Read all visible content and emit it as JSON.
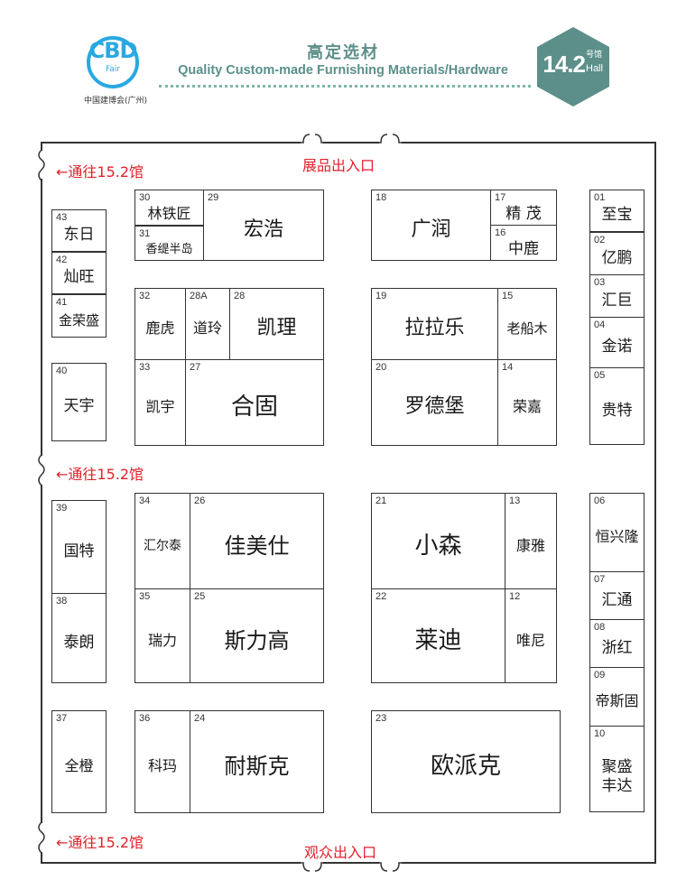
{
  "header": {
    "logo_text": "CBD",
    "logo_sub": "Fair",
    "logo_caption": "中国建博会(广州)",
    "title_cn": "高定选材",
    "title_en": "Quality Custom-made Furnishing Materials/Hardware",
    "hall_number": "14.2",
    "hall_cn": "号馆",
    "hall_en": "Hall"
  },
  "labels": {
    "exhibit_entrance": "展品出入口",
    "visitor_entrance": "观众出入口",
    "to_hall_top": "←通往15.2馆",
    "to_hall_mid": "←通往15.2馆",
    "to_hall_bottom": "←通往15.2馆"
  },
  "colors": {
    "accent": "#5c8f8a",
    "logo": "#29a9e1",
    "alert": "#e0212b"
  },
  "booths": [
    {
      "num": "30",
      "name": "林铁匠"
    },
    {
      "num": "31",
      "name": "香缇半岛"
    },
    {
      "num": "29",
      "name": "宏浩"
    },
    {
      "num": "18",
      "name": "广润"
    },
    {
      "num": "17",
      "name": "精 茂"
    },
    {
      "num": "16",
      "name": "中鹿"
    },
    {
      "num": "01",
      "name": "至宝"
    },
    {
      "num": "02",
      "name": "亿鹏"
    },
    {
      "num": "03",
      "name": "汇巨"
    },
    {
      "num": "04",
      "name": "金诺"
    },
    {
      "num": "05",
      "name": "贵特"
    },
    {
      "num": "43",
      "name": "东日"
    },
    {
      "num": "42",
      "name": "灿旺"
    },
    {
      "num": "41",
      "name": "金荣盛"
    },
    {
      "num": "40",
      "name": "天宇"
    },
    {
      "num": "32",
      "name": "鹿虎"
    },
    {
      "num": "28A",
      "name": "道玲"
    },
    {
      "num": "28",
      "name": "凯理"
    },
    {
      "num": "33",
      "name": "凯宇"
    },
    {
      "num": "27",
      "name": "合固"
    },
    {
      "num": "19",
      "name": "拉拉乐"
    },
    {
      "num": "15",
      "name": "老船木"
    },
    {
      "num": "20",
      "name": "罗德堡"
    },
    {
      "num": "14",
      "name": "荣嘉"
    },
    {
      "num": "39",
      "name": "国特"
    },
    {
      "num": "38",
      "name": "泰朗"
    },
    {
      "num": "34",
      "name": "汇尔泰"
    },
    {
      "num": "26",
      "name": "佳美仕"
    },
    {
      "num": "35",
      "name": "瑞力"
    },
    {
      "num": "25",
      "name": "斯力高"
    },
    {
      "num": "21",
      "name": "小森"
    },
    {
      "num": "13",
      "name": "康雅"
    },
    {
      "num": "22",
      "name": "莱迪"
    },
    {
      "num": "12",
      "name": "唯尼"
    },
    {
      "num": "06",
      "name": "恒兴隆"
    },
    {
      "num": "07",
      "name": "汇通"
    },
    {
      "num": "08",
      "name": "浙红"
    },
    {
      "num": "09",
      "name": "帝斯固"
    },
    {
      "num": "10",
      "name": "聚盛丰达"
    },
    {
      "num": "37",
      "name": "全橙"
    },
    {
      "num": "36",
      "name": "科玛"
    },
    {
      "num": "24",
      "name": "耐斯克"
    },
    {
      "num": "23",
      "name": "欧派克"
    }
  ]
}
